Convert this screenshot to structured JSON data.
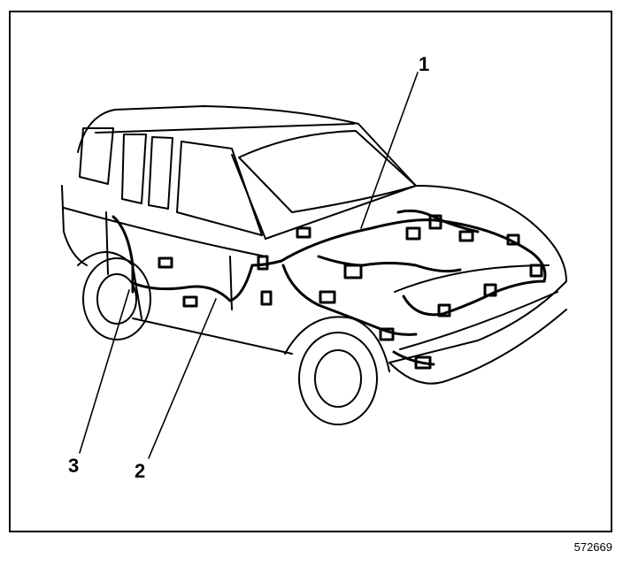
{
  "callouts": {
    "one": "1",
    "two": "2",
    "three": "3"
  },
  "figure_id": "572669",
  "colors": {
    "ink": "#000000",
    "paper": "#ffffff"
  }
}
